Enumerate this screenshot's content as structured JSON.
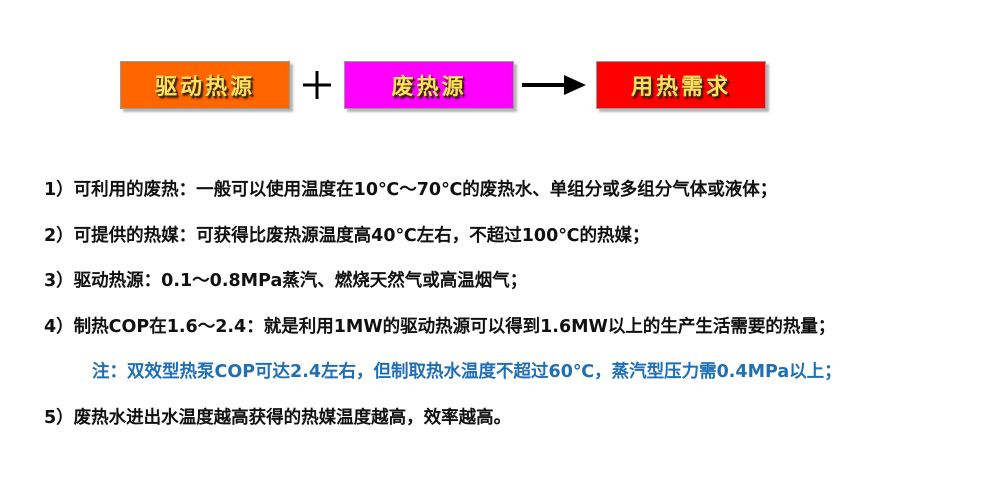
{
  "diagram": {
    "boxes": [
      {
        "label": "驱动热源",
        "color": "#FF6600",
        "name": "driving-heat-source"
      },
      {
        "label": "废热源",
        "color": "#FF00FF",
        "name": "waste-heat-source"
      },
      {
        "label": "用热需求",
        "color": "#FF0000",
        "name": "heat-demand"
      }
    ],
    "operators": {
      "plus": "+",
      "arrow": "→"
    },
    "text_color": "#FFE060"
  },
  "body": {
    "lines": [
      {
        "id": "item-1",
        "text": "1）可利用的废热：一般可以使用温度在10℃～70℃的废热水、单组分或多组分气体或液体；",
        "style": "normal"
      },
      {
        "id": "item-2",
        "text": "2）可提供的热媒：可获得比废热源温度高40℃左右，不超过100℃的热媒；",
        "style": "normal"
      },
      {
        "id": "item-3",
        "text": "3）驱动热源：0.1～0.8MPa蒸汽、燃烧天然气或高温烟气；",
        "style": "normal"
      },
      {
        "id": "item-4",
        "text": "4）制热COP在1.6～2.4：就是利用1MW的驱动热源可以得到1.6MW以上的生产生活需要的热量；",
        "style": "normal"
      },
      {
        "id": "note",
        "text": "注：双效型热泵COP可达2.4左右，但制取热水温度不超过60℃，蒸汽型压力需0.4MPa以上；",
        "style": "note"
      },
      {
        "id": "item-5",
        "text": "5）废热水进出水温度越高获得的热媒温度越高，效率越高。",
        "style": "normal"
      }
    ],
    "note_color": "#1F6FB5",
    "normal_color": "#111111"
  }
}
